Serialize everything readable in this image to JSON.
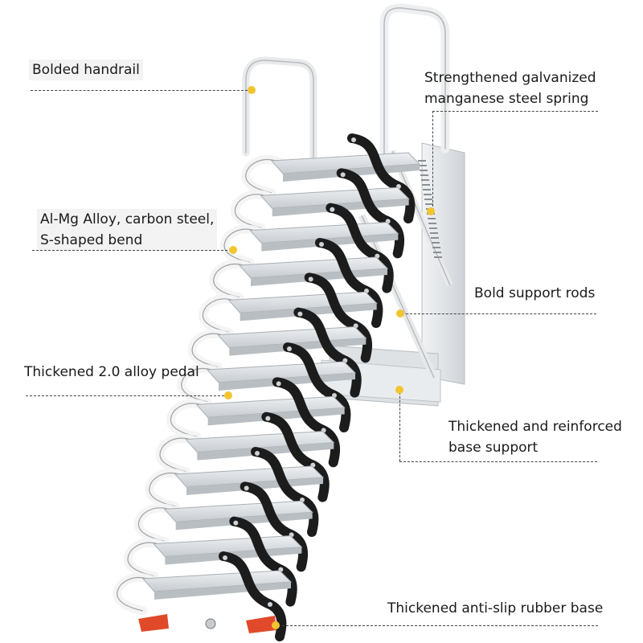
{
  "callouts": {
    "handrail": "Bolded handrail",
    "spring_line1": "Strengthened galvanized",
    "spring_line2": "manganese steel spring",
    "alloy_line1": "Al-Mg Alloy, carbon steel,",
    "alloy_line2": "S-shaped bend",
    "support_rods": "Bold support rods",
    "pedal": "Thickened 2.0 alloy pedal",
    "base_line1": "Thickened and reinforced",
    "base_line2": "base support",
    "rubber_base": "Thickened anti-slip rubber base"
  },
  "colors": {
    "aluminum": "#d9dde0",
    "black_arm": "#1c1c1c",
    "white_arm": "#f4f4f4",
    "callout_dot": "#f2c530",
    "rubber_foot": "#e04a2a"
  }
}
